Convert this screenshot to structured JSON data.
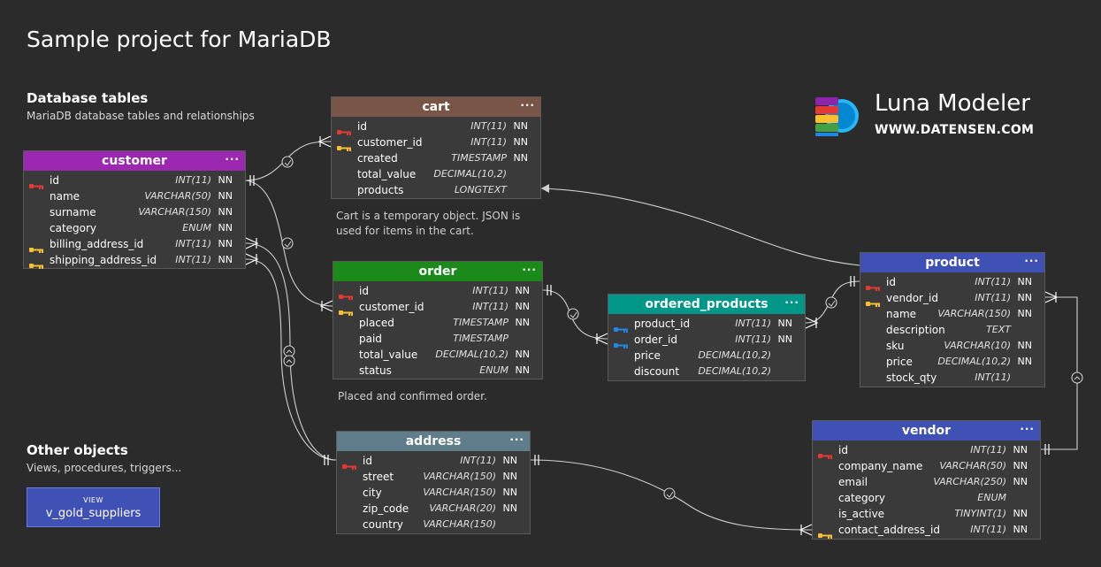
{
  "page": {
    "title": "Sample project for MariaDB"
  },
  "sections": {
    "tables_title": "Database tables",
    "tables_desc": "MariaDB database tables and relationships",
    "other_title": "Other objects",
    "other_desc": "Views, procedures, triggers..."
  },
  "brand": {
    "name": "Luna Modeler",
    "url": "WWW.DATENSEN.COM"
  },
  "entities": {
    "customer": {
      "name": "customer",
      "color": "#9c27b0",
      "columns": [
        {
          "name": "id",
          "type": "INT(11)",
          "nn": "NN",
          "key": "pk"
        },
        {
          "name": "name",
          "type": "VARCHAR(50)",
          "nn": "NN",
          "key": ""
        },
        {
          "name": "surname",
          "type": "VARCHAR(150)",
          "nn": "NN",
          "key": ""
        },
        {
          "name": "category",
          "type": "ENUM",
          "nn": "NN",
          "key": ""
        },
        {
          "name": "billing_address_id",
          "type": "INT(11)",
          "nn": "NN",
          "key": "fk"
        },
        {
          "name": "shipping_address_id",
          "type": "INT(11)",
          "nn": "NN",
          "key": "fk"
        }
      ]
    },
    "cart": {
      "name": "cart",
      "color": "#795548",
      "columns": [
        {
          "name": "id",
          "type": "INT(11)",
          "nn": "NN",
          "key": "pk"
        },
        {
          "name": "customer_id",
          "type": "INT(11)",
          "nn": "NN",
          "key": "fk"
        },
        {
          "name": "created",
          "type": "TIMESTAMP",
          "nn": "NN",
          "key": ""
        },
        {
          "name": "total_value",
          "type": "DECIMAL(10,2)",
          "nn": "",
          "key": ""
        },
        {
          "name": "products",
          "type": "LONGTEXT",
          "nn": "",
          "key": ""
        }
      ]
    },
    "order": {
      "name": "order",
      "color": "#1b8a1b",
      "columns": [
        {
          "name": "id",
          "type": "INT(11)",
          "nn": "NN",
          "key": "pk"
        },
        {
          "name": "customer_id",
          "type": "INT(11)",
          "nn": "NN",
          "key": "fk"
        },
        {
          "name": "placed",
          "type": "TIMESTAMP",
          "nn": "NN",
          "key": ""
        },
        {
          "name": "paid",
          "type": "TIMESTAMP",
          "nn": "",
          "key": ""
        },
        {
          "name": "total_value",
          "type": "DECIMAL(10,2)",
          "nn": "NN",
          "key": ""
        },
        {
          "name": "status",
          "type": "ENUM",
          "nn": "NN",
          "key": ""
        }
      ]
    },
    "ordered_products": {
      "name": "ordered_products",
      "color": "#009688",
      "columns": [
        {
          "name": "product_id",
          "type": "INT(11)",
          "nn": "NN",
          "key": "pfk"
        },
        {
          "name": "order_id",
          "type": "INT(11)",
          "nn": "NN",
          "key": "pfk"
        },
        {
          "name": "price",
          "type": "DECIMAL(10,2)",
          "nn": "",
          "key": ""
        },
        {
          "name": "discount",
          "type": "DECIMAL(10,2)",
          "nn": "",
          "key": ""
        }
      ]
    },
    "product": {
      "name": "product",
      "color": "#3f51b5",
      "columns": [
        {
          "name": "id",
          "type": "INT(11)",
          "nn": "NN",
          "key": "pk"
        },
        {
          "name": "vendor_id",
          "type": "INT(11)",
          "nn": "NN",
          "key": "fk"
        },
        {
          "name": "name",
          "type": "VARCHAR(150)",
          "nn": "NN",
          "key": ""
        },
        {
          "name": "description",
          "type": "TEXT",
          "nn": "",
          "key": ""
        },
        {
          "name": "sku",
          "type": "VARCHAR(10)",
          "nn": "NN",
          "key": ""
        },
        {
          "name": "price",
          "type": "DECIMAL(10,2)",
          "nn": "NN",
          "key": ""
        },
        {
          "name": "stock_qty",
          "type": "INT(11)",
          "nn": "",
          "key": ""
        }
      ]
    },
    "address": {
      "name": "address",
      "color": "#607d8b",
      "columns": [
        {
          "name": "id",
          "type": "INT(11)",
          "nn": "NN",
          "key": "pk"
        },
        {
          "name": "street",
          "type": "VARCHAR(150)",
          "nn": "NN",
          "key": ""
        },
        {
          "name": "city",
          "type": "VARCHAR(150)",
          "nn": "NN",
          "key": ""
        },
        {
          "name": "zip_code",
          "type": "VARCHAR(20)",
          "nn": "NN",
          "key": ""
        },
        {
          "name": "country",
          "type": "VARCHAR(150)",
          "nn": "",
          "key": ""
        }
      ]
    },
    "vendor": {
      "name": "vendor",
      "color": "#3f51b5",
      "columns": [
        {
          "name": "id",
          "type": "INT(11)",
          "nn": "NN",
          "key": "pk"
        },
        {
          "name": "company_name",
          "type": "VARCHAR(50)",
          "nn": "NN",
          "key": ""
        },
        {
          "name": "email",
          "type": "VARCHAR(250)",
          "nn": "NN",
          "key": ""
        },
        {
          "name": "category",
          "type": "ENUM",
          "nn": "",
          "key": ""
        },
        {
          "name": "is_active",
          "type": "TINYINT(1)",
          "nn": "NN",
          "key": ""
        },
        {
          "name": "contact_address_id",
          "type": "INT(11)",
          "nn": "NN",
          "key": "fk"
        }
      ]
    }
  },
  "notes": {
    "cart": "Cart is a temporary object. JSON is used for items in the cart.",
    "order": "Placed and confirmed order."
  },
  "view": {
    "type": "VIEW",
    "name": "v_gold_suppliers"
  },
  "colors": {
    "pk_key": "#e53935",
    "fk_key": "#fbc02d",
    "pfk_key": "#1e88e5",
    "line": "#d0d0d0",
    "background": "#2b2b2b"
  }
}
